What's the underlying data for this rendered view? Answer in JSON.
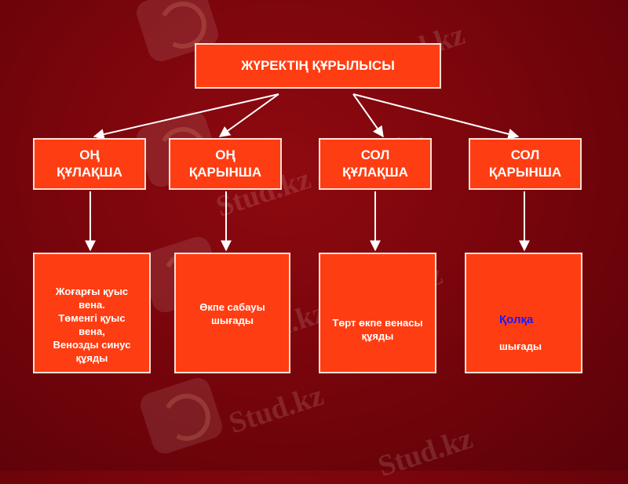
{
  "watermark": {
    "text": "Stud.kz - Stud.kz",
    "short_text": "Stud.kz"
  },
  "diagram": {
    "title": "ЖҮРЕКТІҢ ҚҰРЫЛЫСЫ",
    "chambers": [
      {
        "label": "ОҢ\nҚҰЛАҚША"
      },
      {
        "label": "ОҢ\nҚАРЫНША"
      },
      {
        "label": "СОЛ\nҚҰЛАҚША"
      },
      {
        "label": "СОЛ\nҚАРЫНША"
      }
    ],
    "descriptions": [
      {
        "text": "Жоғарғы қуыс\nвена.\nТөменгі қуыс\nвена,\nВенозды синус\nқұяды"
      },
      {
        "text": "Өкпе сабауы\nшығады"
      },
      {
        "text": "Төрт өкпе венасы\nқұяды"
      },
      {
        "accent": "Қолқа",
        "text": "шығады"
      }
    ]
  },
  "colors": {
    "background": "#7a050c",
    "box_fill": "#ff3d12",
    "box_border": "#ffe0d6",
    "arrow": "#ffffff",
    "accent_text": "#1a1aff"
  }
}
